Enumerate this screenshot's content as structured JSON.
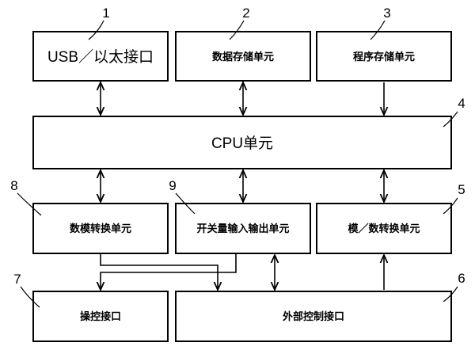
{
  "blocks": {
    "b1": {
      "num": "1",
      "label": "USB／以太接口"
    },
    "b2": {
      "num": "2",
      "label": "数据存储单元"
    },
    "b3": {
      "num": "3",
      "label": "程序存储单元"
    },
    "b4": {
      "num": "4",
      "label": "CPU单元"
    },
    "b5": {
      "num": "5",
      "label": "模／数转换单元"
    },
    "b6": {
      "num": "6",
      "label": "外部控制接口"
    },
    "b7": {
      "num": "7",
      "label": "操控接口"
    },
    "b8": {
      "num": "8",
      "label": "数模转换单元"
    },
    "b9": {
      "num": "9",
      "label": "开关量输入输出单元"
    }
  }
}
